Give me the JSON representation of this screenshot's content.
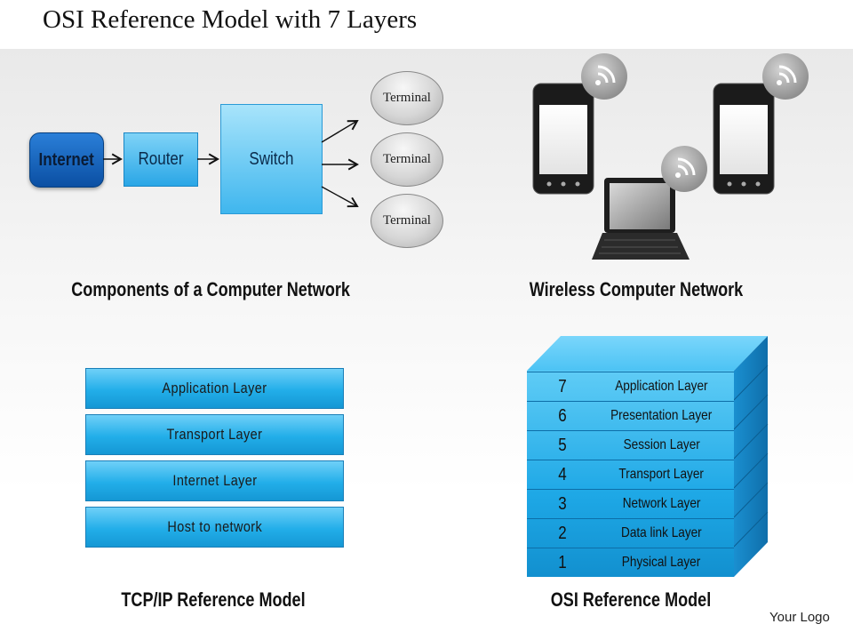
{
  "title": "OSI Reference Model with 7 Layers",
  "network": {
    "internet": "Internet",
    "router": "Router",
    "switch": "Switch",
    "terminals": [
      "Terminal",
      "Terminal",
      "Terminal"
    ],
    "caption": "Components of a Computer  Network"
  },
  "wireless": {
    "caption": "Wireless  Computer  Network"
  },
  "tcpip": {
    "layers": [
      "Application  Layer",
      "Transport  Layer",
      "Internet  Layer",
      "Host  to  network"
    ],
    "caption": "TCP/IP  Reference  Model"
  },
  "osi": {
    "layers": [
      {
        "num": "7",
        "label": "Application  Layer"
      },
      {
        "num": "6",
        "label": "Presentation  Layer"
      },
      {
        "num": "5",
        "label": "Session  Layer"
      },
      {
        "num": "4",
        "label": "Transport  Layer"
      },
      {
        "num": "3",
        "label": "Network  Layer"
      },
      {
        "num": "2",
        "label": "Data  link  Layer"
      },
      {
        "num": "1",
        "label": "Physical  Layer"
      }
    ],
    "caption": "OSI Reference  Model"
  },
  "logo": "Your Logo",
  "colors": {
    "accent_blue": "#22aee9",
    "dark_blue": "#0b4fa3"
  }
}
